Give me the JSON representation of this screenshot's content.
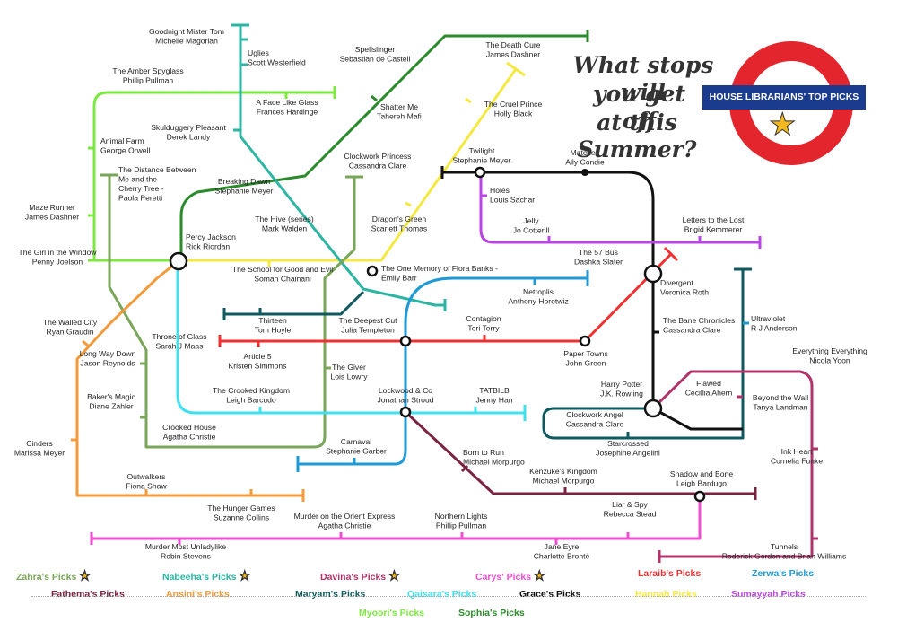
{
  "header": {
    "title_lines": [
      "What stops will",
      "you get off",
      "at this Summer?"
    ],
    "banner": "HOUSE LIBRARIANS' TOP PICKS"
  },
  "colors": {
    "zahra": "#7aa65a",
    "nabeeha": "#2bb5a2",
    "davina": "#b0346a",
    "carys": "#ef4fd0",
    "laraib": "#f03030",
    "zerwa": "#1e9ad6",
    "fathema": "#7a2342",
    "ansini": "#f49a3a",
    "maryam": "#0f5a5f",
    "qaisara": "#40e0ef",
    "grace": "#111111",
    "hannah": "#f4e842",
    "sumayyah": "#bb44e6",
    "myoori": "#7ee842",
    "sophia": "#2b8a2b",
    "brand_red": "#e3262d",
    "brand_blue": "#1b3b8f",
    "star": "#f2b81d"
  },
  "stations": [
    {
      "id": "goodnight",
      "title": "Goodnight Mister Tom",
      "author": "Michelle Magorian"
    },
    {
      "id": "uglies",
      "title": "Uglies",
      "author": "Scott Westerfield"
    },
    {
      "id": "spellslinger",
      "title": "Spellslinger",
      "author": "Sebastian de Castell"
    },
    {
      "id": "deathcure",
      "title": "The Death Cure",
      "author": "James Dashner"
    },
    {
      "id": "amber",
      "title": "The Amber Spyglass",
      "author": "Phillip Pullman"
    },
    {
      "id": "afacelike",
      "title": "A Face Like Glass",
      "author": "Frances Hardinge"
    },
    {
      "id": "shatter",
      "title": "Shatter Me",
      "author": "Tahereh Mafi"
    },
    {
      "id": "cruelprince",
      "title": "The Cruel Prince",
      "author": "Holly Black"
    },
    {
      "id": "skulduggery",
      "title": "Skulduggery Pleasant",
      "author": "Derek Landy"
    },
    {
      "id": "animalfarm",
      "title": "Animal Farm",
      "author": "George Orwell"
    },
    {
      "id": "clockworkprincess",
      "title": "Clockwork Princess",
      "author": "Cassandra Clare"
    },
    {
      "id": "twilight",
      "title": "Twilight",
      "author": "Stephanie Meyer"
    },
    {
      "id": "matched",
      "title": "Matched",
      "author": "Ally Condie"
    },
    {
      "id": "distance",
      "title": "The Distance Between Me and the Cherry Tree",
      "author": "Paola Peretti"
    },
    {
      "id": "breakingdawn",
      "title": "Breaking Dawn",
      "author": "Stephanie Meyer"
    },
    {
      "id": "holes",
      "title": "Holes",
      "author": "Louis Sachar"
    },
    {
      "id": "mazerunner",
      "title": "Maze Runner",
      "author": "James Dashner"
    },
    {
      "id": "thehive",
      "title": "The Hive (series)",
      "author": "Mark Walden"
    },
    {
      "id": "dragonsgreen",
      "title": "Dragon's Green",
      "author": "Scarlett Thomas"
    },
    {
      "id": "jelly",
      "title": "Jelly",
      "author": "Jo Cotterill"
    },
    {
      "id": "letters",
      "title": "Letters to the Lost",
      "author": "Brigid Kemmerer"
    },
    {
      "id": "girlinwindow",
      "title": "The Girl in the Window",
      "author": "Penny Joelson"
    },
    {
      "id": "percy",
      "title": "Percy Jackson",
      "author": "Rick Riordan"
    },
    {
      "id": "57bus",
      "title": "The 57 Bus",
      "author": "Dashka Slater"
    },
    {
      "id": "schoolgood",
      "title": "The School for Good and Evil",
      "author": "Soman Chainani"
    },
    {
      "id": "onememory",
      "title": "The One Memory of Flora Banks -",
      "author": "Emily Barr"
    },
    {
      "id": "divergent",
      "title": "Divergent",
      "author": "Veronica Roth"
    },
    {
      "id": "netroplis",
      "title": "Netroplis",
      "author": "Anthony Horotwiz"
    },
    {
      "id": "walledcity",
      "title": "The Walled City",
      "author": "Ryan Graudin"
    },
    {
      "id": "thirteen",
      "title": "Thirteen",
      "author": "Tom Hoyle"
    },
    {
      "id": "deepestcut",
      "title": "The Deepest Cut",
      "author": "Julia Templeton"
    },
    {
      "id": "contagion",
      "title": "Contagion",
      "author": "Teri Terry"
    },
    {
      "id": "banechronicles",
      "title": "The Bane Chronicles",
      "author": "Cassandra Clare"
    },
    {
      "id": "ultraviolet",
      "title": "Ultraviolet",
      "author": "R J Anderson"
    },
    {
      "id": "throneofglass",
      "title": "Throne of Glass",
      "author": "Sarah J Maas"
    },
    {
      "id": "longwaydown",
      "title": "Long Way Down",
      "author": "Jason Reynolds"
    },
    {
      "id": "article5",
      "title": "Article 5",
      "author": "Kristen Simmons"
    },
    {
      "id": "papertowns",
      "title": "Paper Towns",
      "author": "John Green"
    },
    {
      "id": "everything",
      "title": "Everything Everything",
      "author": "Nicola Yoon"
    },
    {
      "id": "thegiver",
      "title": "The Giver",
      "author": "Lois Lowry"
    },
    {
      "id": "harrypotter",
      "title": "Harry Potter",
      "author": "J.K. Rowling"
    },
    {
      "id": "flawed",
      "title": "Flawed",
      "author": "Cecillia Ahern"
    },
    {
      "id": "bakersmagic",
      "title": "Baker's Magic",
      "author": "Diane Zahler"
    },
    {
      "id": "crookedkingdom",
      "title": "The Crooked Kingdom",
      "author": "Leigh Barcudo"
    },
    {
      "id": "lockwood",
      "title": "Lockwood & Co",
      "author": "Jonathan Stroud"
    },
    {
      "id": "tatbilb",
      "title": "TATBILB",
      "author": "Jenny Han"
    },
    {
      "id": "beyondwall",
      "title": "Beyond the Wall",
      "author": "Tanya Landman"
    },
    {
      "id": "clockworkangel",
      "title": "Clockwork Angel",
      "author": "Cassandra Clare"
    },
    {
      "id": "crookedhouse",
      "title": "Crooked House",
      "author": "Agatha Christie"
    },
    {
      "id": "cinders",
      "title": "Cinders",
      "author": "Marissa Meyer"
    },
    {
      "id": "caraval",
      "title": "Carnaval",
      "author": "Stephanie Garber"
    },
    {
      "id": "borntorun",
      "title": "Born to Run",
      "author": "Michael Morpurgo"
    },
    {
      "id": "starcrossed",
      "title": "Starcrossed",
      "author": "Josephine Angelini"
    },
    {
      "id": "inkheart",
      "title": "Ink Heart",
      "author": "Cornelia Funke"
    },
    {
      "id": "kenzuke",
      "title": "Kenzuke's Kingdom",
      "author": "Michael Morpurgo"
    },
    {
      "id": "shadowbone",
      "title": "Shadow and Bone",
      "author": "Leigh Bardugo"
    },
    {
      "id": "outwalkers",
      "title": "Outwalkers",
      "author": "Fiona Shaw"
    },
    {
      "id": "liarspy",
      "title": "Liar & Spy",
      "author": "Rebecca Stead"
    },
    {
      "id": "hungergames",
      "title": "The Hunger Games",
      "author": "Suzanne Collins"
    },
    {
      "id": "orientexpress",
      "title": "Murder on the Orient Express",
      "author": "Agatha Christie"
    },
    {
      "id": "northernlights",
      "title": "Northern Lights",
      "author": "Phillip Pullman"
    },
    {
      "id": "murdermost",
      "title": "Murder Most Unladylike",
      "author": "Robin Stevens"
    },
    {
      "id": "janeeyre",
      "title": "Jane Eyre",
      "author": "Charlotte Brontë"
    },
    {
      "id": "tunnels",
      "title": "Tunnels",
      "author": "Roderick Gordon and Brian Williams"
    }
  ],
  "legend": [
    {
      "label": "Zahra's Picks",
      "color": "#7aa65a",
      "star": true
    },
    {
      "label": "Nabeeha's Picks",
      "color": "#2bb5a2",
      "star": true
    },
    {
      "label": "Davina's Picks",
      "color": "#b0346a",
      "star": true
    },
    {
      "label": "Carys' Picks",
      "color": "#ef4fd0",
      "star": true
    },
    {
      "label": "Laraib's Picks",
      "color": "#f03030",
      "star": false
    },
    {
      "label": "Zerwa's Picks",
      "color": "#1e9ad6",
      "star": false
    },
    {
      "label": "Fathema's Picks",
      "color": "#7a2342",
      "star": false
    },
    {
      "label": "Ansini's Picks",
      "color": "#f49a3a",
      "star": false
    },
    {
      "label": "Maryam's Picks",
      "color": "#0f5a5f",
      "star": false
    },
    {
      "label": "Qaisara's Picks",
      "color": "#40e0ef",
      "star": false
    },
    {
      "label": "Grace's Picks",
      "color": "#111111",
      "star": false
    },
    {
      "label": "Hannah Picks",
      "color": "#f4e842",
      "star": false
    },
    {
      "label": "Sumayyah Picks",
      "color": "#bb44e6",
      "star": false
    },
    {
      "label": "Myoori's Picks",
      "color": "#7ee842",
      "star": false
    },
    {
      "label": "Sophia's Picks",
      "color": "#2b8a2b",
      "star": false
    }
  ],
  "star_glyph": "★"
}
